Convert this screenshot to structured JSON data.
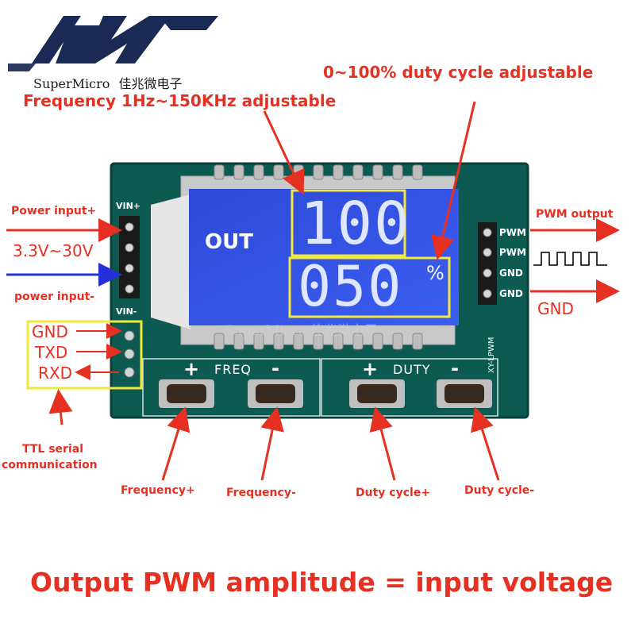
{
  "brand": {
    "name_en": "SuperMicro",
    "name_cn": "佳兆微电子",
    "watermark": "SuperMicro 佳兆微电子"
  },
  "headlines": {
    "frequency": "Frequency 1Hz~150KHz adjustable",
    "duty": "0~100% duty cycle adjustable",
    "bottom": "Output PWM amplitude = input voltage"
  },
  "display": {
    "out_label": "OUT",
    "frequency_digits": "100",
    "duty_digits": "050",
    "percent": "%"
  },
  "board": {
    "vin_plus": "VIN+",
    "vin_minus": "VIN-",
    "freq_label": "FREQ",
    "duty_label": "DUTY",
    "plus": "+",
    "minus": "-",
    "model": "XY-LPWM",
    "right_pins": [
      "PWM",
      "PWM",
      "GND",
      "GND"
    ]
  },
  "left_annotations": {
    "power_plus": "Power input+",
    "voltage": "3.3V~30V",
    "power_minus": "power input-",
    "serial_pins": [
      "GND",
      "TXD",
      "RXD"
    ],
    "ttl_line1": "TTL serial",
    "ttl_line2": "communication"
  },
  "right_annotations": {
    "pwm_output": "PWM output",
    "gnd": "GND"
  },
  "button_annotations": {
    "freq_plus": "Frequency+",
    "freq_minus": "Frequency-",
    "duty_plus": "Duty cycle+",
    "duty_minus": "Duty cycle-"
  },
  "colors": {
    "annotation_red": "#e53022",
    "pcb": "#0d5a52",
    "lcd_blue": "#2f49d8",
    "highlight_yellow": "#f2e93a",
    "arrow_blue": "#2430d8"
  }
}
